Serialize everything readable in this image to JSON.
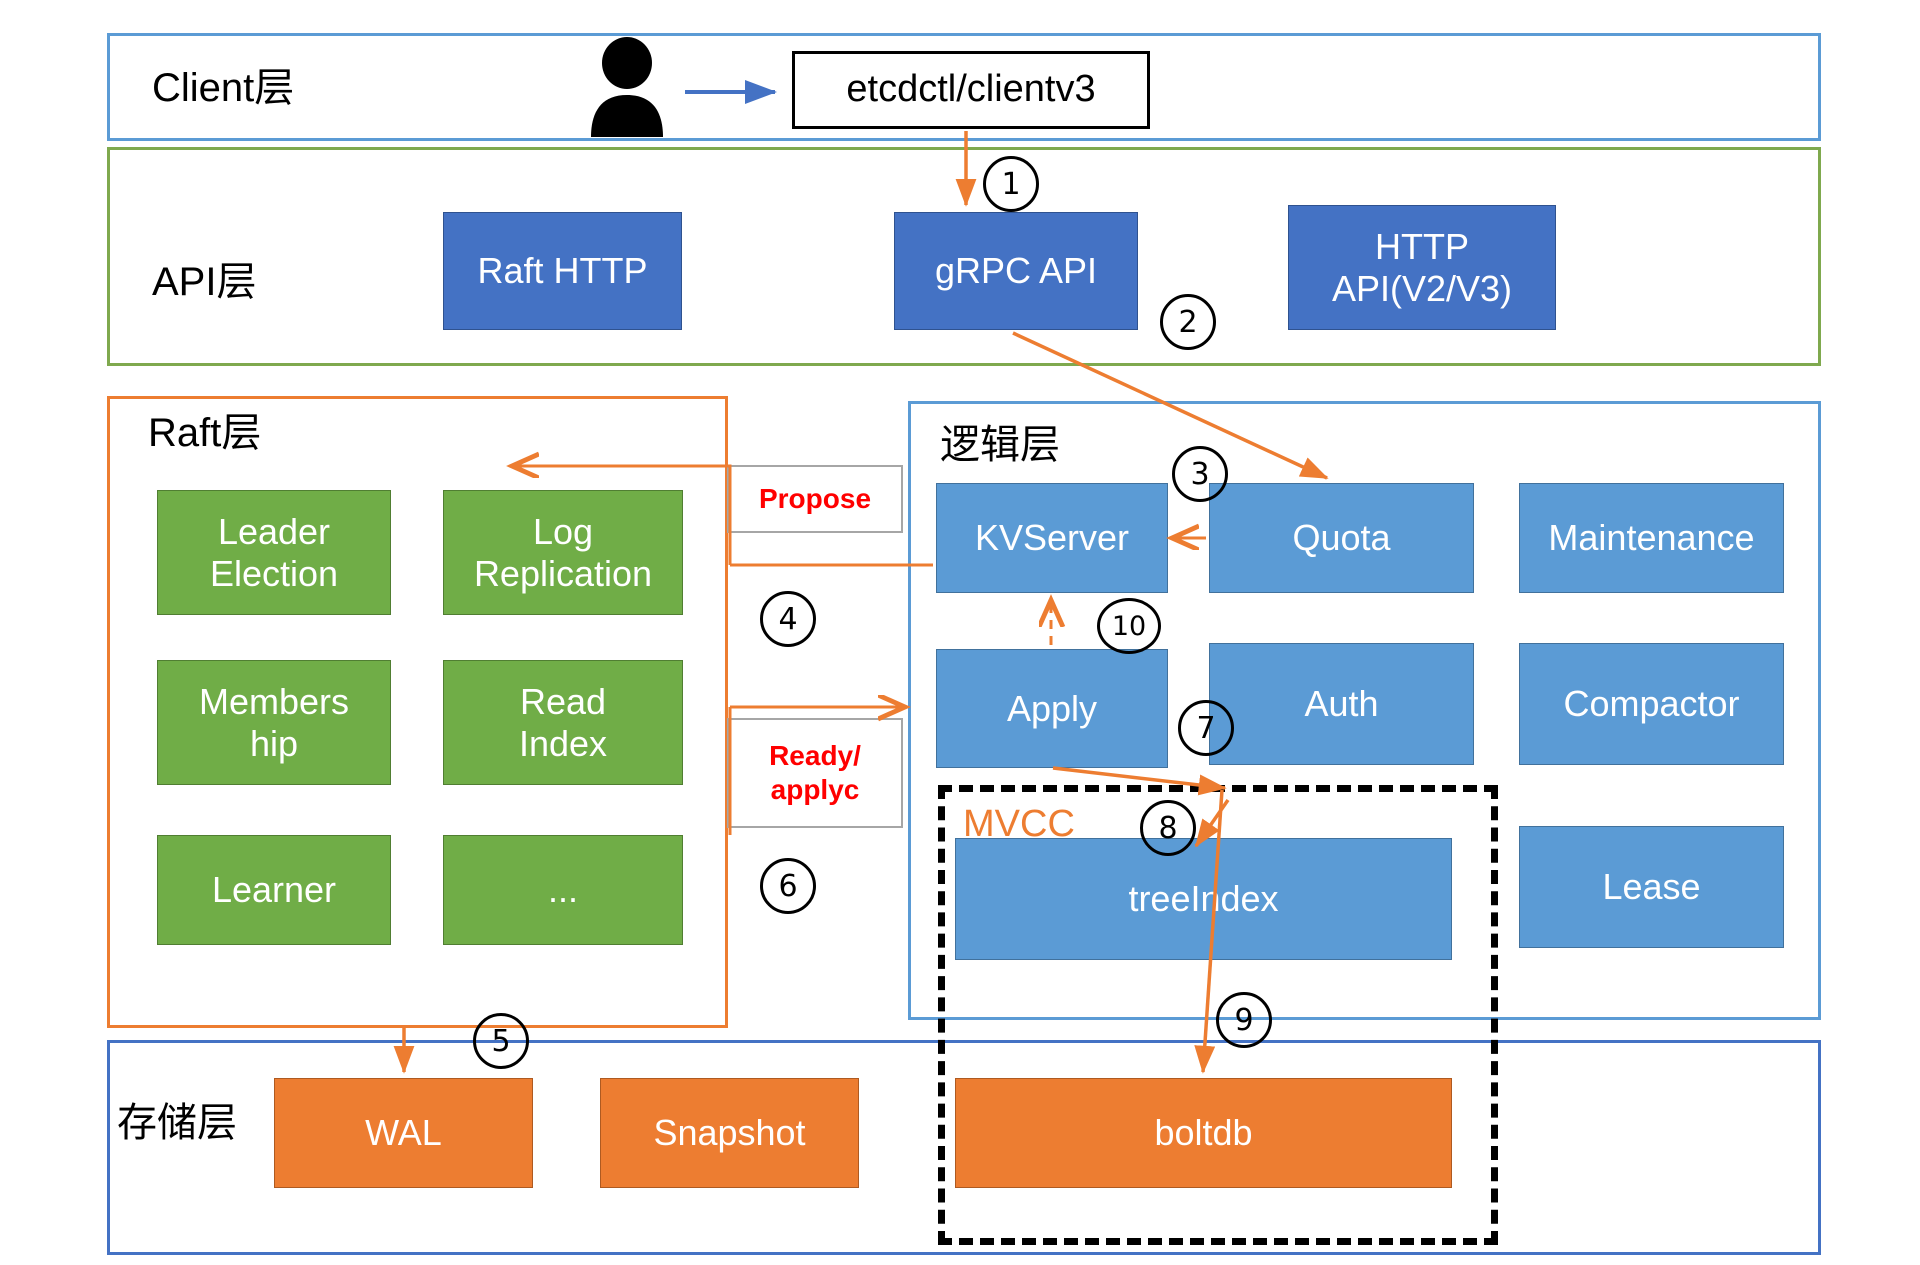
{
  "diagram": {
    "title": "etcd architecture layers",
    "colors": {
      "api_box": "#4472C4",
      "raft_box": "#70AD47",
      "logic_box": "#5B9BD5",
      "storage_box": "#ED7D31",
      "arrow": "#ED7D31",
      "client_border": "#5B9BD5",
      "api_border": "#70AD47",
      "raft_border": "#ED7D31",
      "logic_border": "#5B9BD5",
      "storage_border": "#4472C4",
      "callout_text": "#FF0000",
      "mvcc_label": "#ED7D31",
      "client_arrow": "#4472C4"
    }
  },
  "layers": {
    "client": {
      "title": "Client层",
      "client_box_label": "etcdctl/clientv3",
      "user_icon": "person-icon"
    },
    "api": {
      "title": "API层",
      "nodes": [
        {
          "label": "Raft HTTP"
        },
        {
          "label": "gRPC API"
        },
        {
          "label": "HTTP\nAPI(V2/V3)"
        }
      ]
    },
    "raft": {
      "title": "Raft层",
      "nodes": [
        {
          "label": "Leader\nElection"
        },
        {
          "label": "Log\nReplication"
        },
        {
          "label": "Members\nhip"
        },
        {
          "label": "Read\nIndex"
        },
        {
          "label": "Learner"
        },
        {
          "label": "..."
        }
      ]
    },
    "logic": {
      "title": "逻辑层",
      "nodes": [
        {
          "label": "KVServer"
        },
        {
          "label": "Quota"
        },
        {
          "label": "Maintenance"
        },
        {
          "label": "Apply"
        },
        {
          "label": "Auth"
        },
        {
          "label": "Compactor"
        },
        {
          "label": "Lease"
        }
      ],
      "mvcc": {
        "label": "MVCC",
        "nodes": [
          {
            "label": "treeIndex"
          }
        ]
      }
    },
    "storage": {
      "title": "存储层",
      "nodes": [
        {
          "label": "WAL"
        },
        {
          "label": "Snapshot"
        },
        {
          "label": "boltdb"
        }
      ]
    }
  },
  "callouts": [
    {
      "name": "propose",
      "label": "Propose"
    },
    {
      "name": "ready-applyc",
      "label": "Ready/\napplyc"
    }
  ],
  "step_markers": [
    {
      "id": "1",
      "label": "①"
    },
    {
      "id": "2",
      "label": "②"
    },
    {
      "id": "3",
      "label": "③"
    },
    {
      "id": "4",
      "label": "④"
    },
    {
      "id": "5",
      "label": "⑤"
    },
    {
      "id": "6",
      "label": "⑥"
    },
    {
      "id": "7",
      "label": "⑦"
    },
    {
      "id": "8",
      "label": "⑧"
    },
    {
      "id": "9",
      "label": "⑨"
    },
    {
      "id": "10",
      "label": "⑩"
    }
  ]
}
